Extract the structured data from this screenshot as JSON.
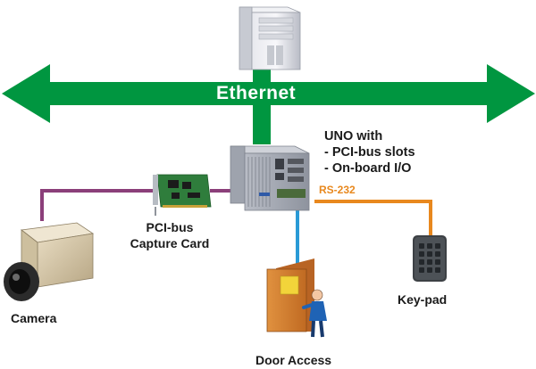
{
  "network": {
    "ethernet_label": "Ethernet",
    "ethernet_color": "#009640"
  },
  "devices": {
    "uno_title": "UNO with",
    "uno_feature_1": "- PCI-bus slots",
    "uno_feature_2": "- On-board I/O",
    "pci_line_1": "PCI-bus",
    "pci_line_2": "Capture Card",
    "camera": "Camera",
    "door_access": "Door Access",
    "keypad": "Key-pad"
  },
  "links": {
    "rs232_label": "RS-232",
    "rs232_color": "#e8881e",
    "camera_link_color": "#8b3f7a",
    "door_link_color": "#2a9ad6"
  }
}
